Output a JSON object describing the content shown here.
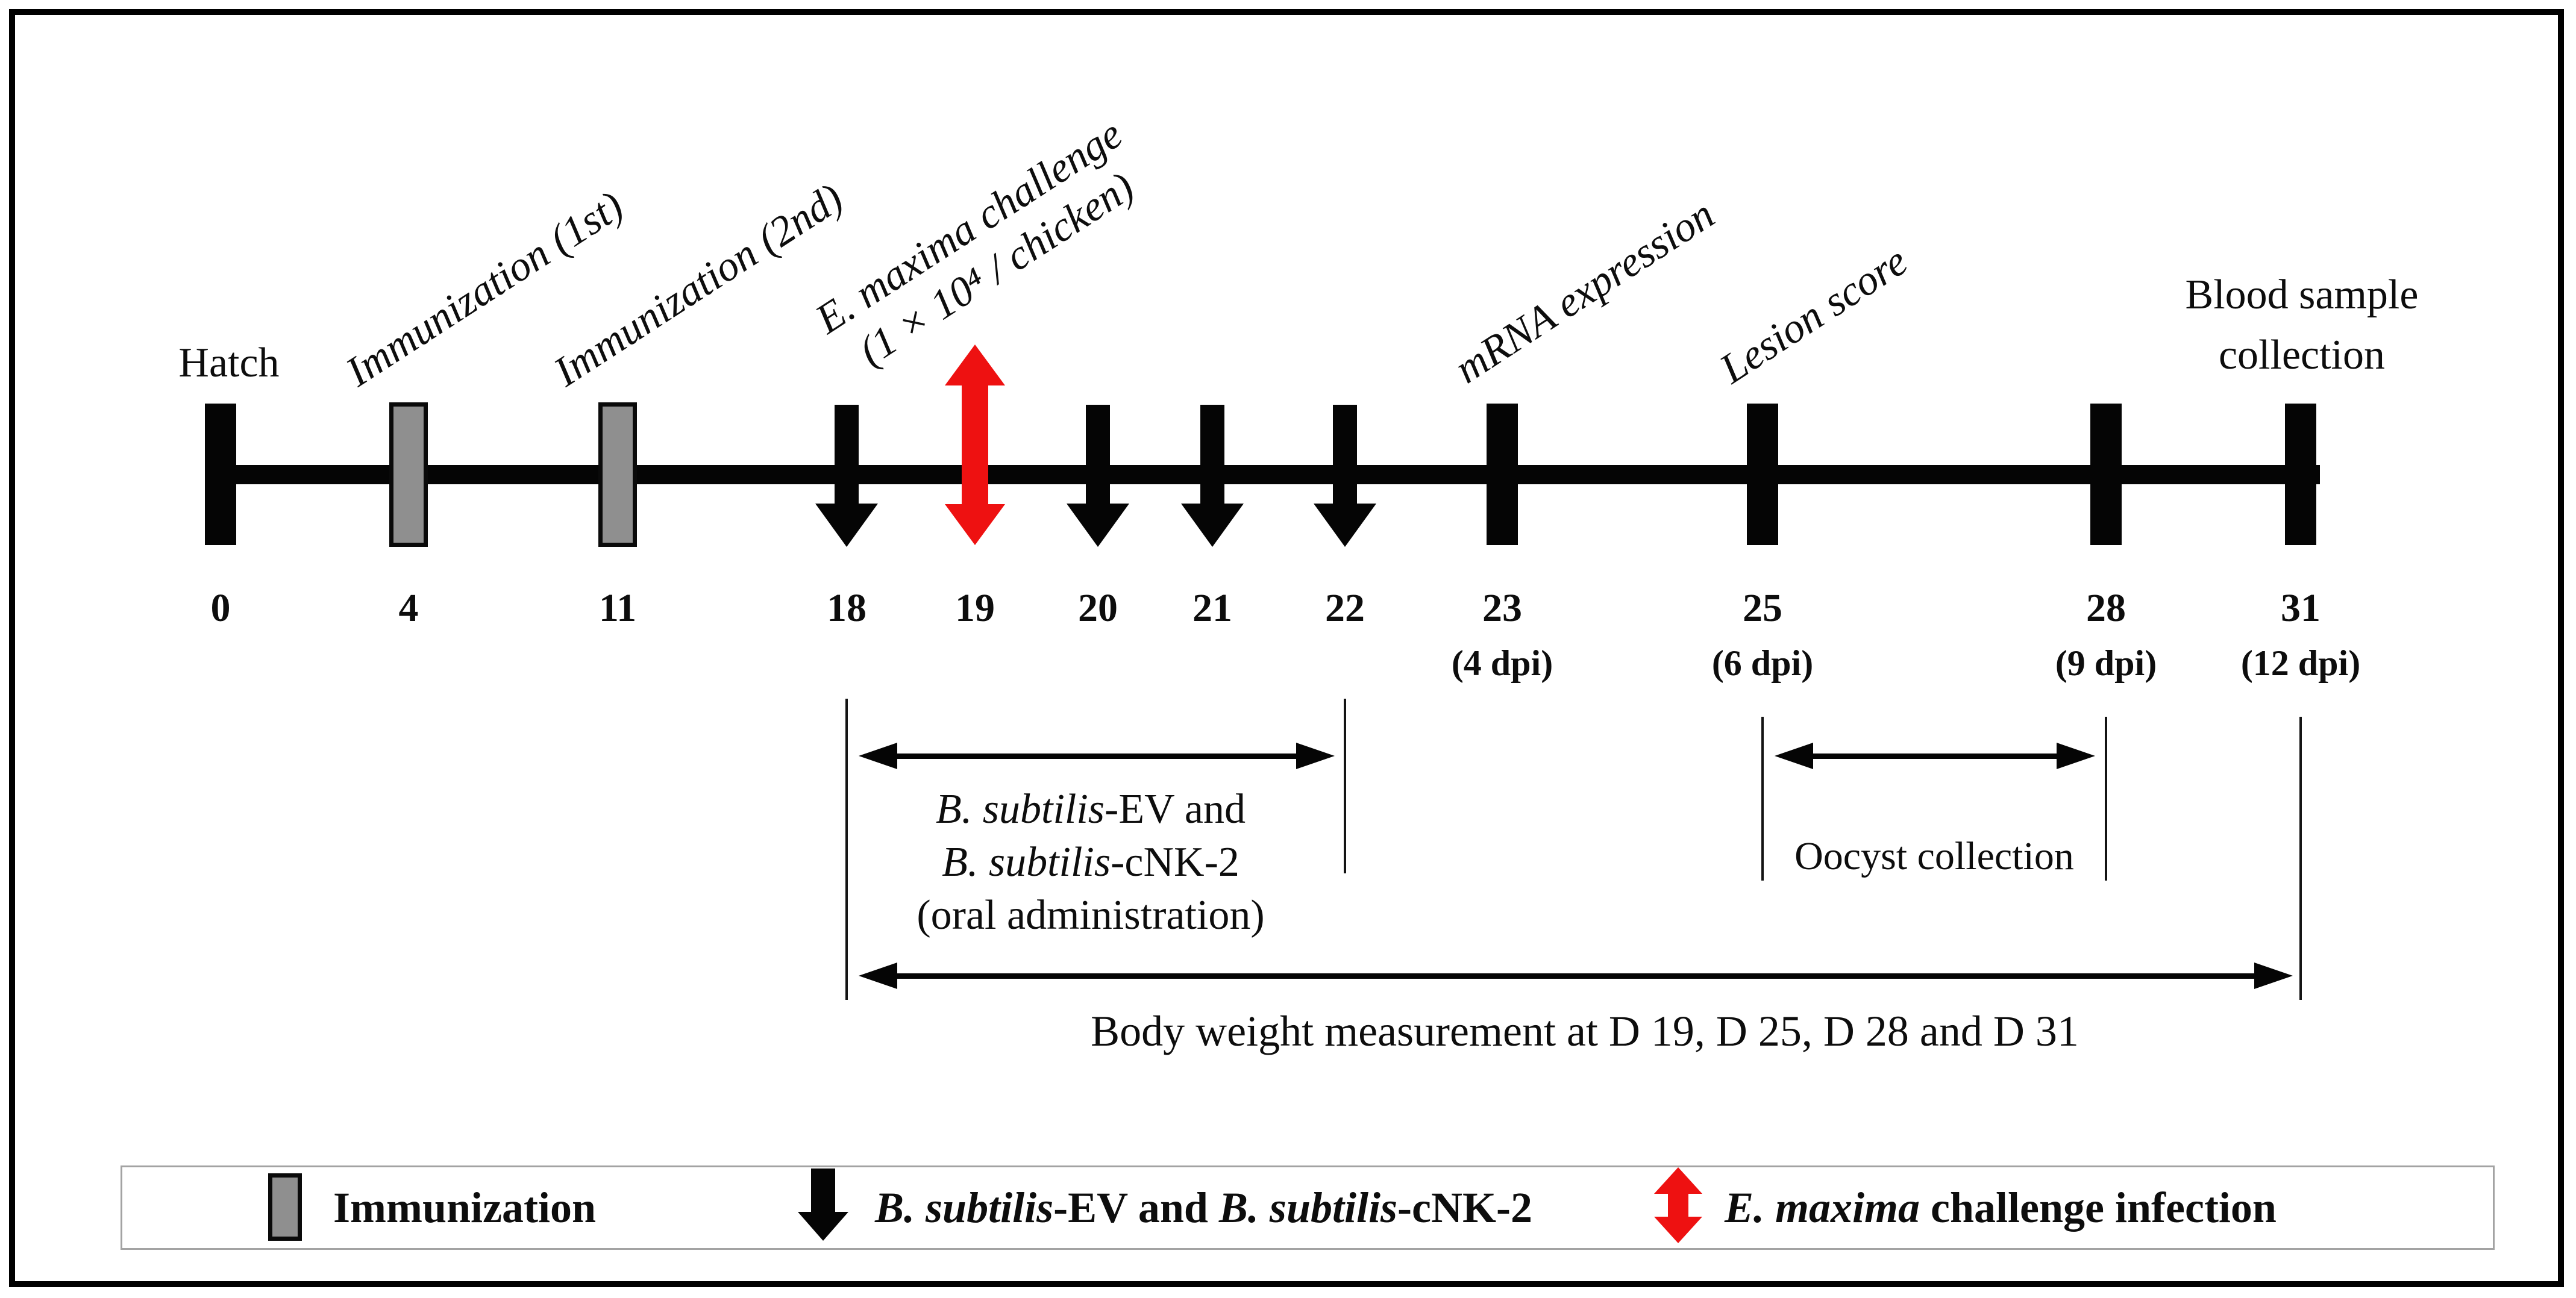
{
  "figure": {
    "colors": {
      "ink": "#0d0d0d",
      "challenge_red": "#ee1111",
      "immunization_gray": "#8f8f8f",
      "legend_border_gray": "#a3a3a3"
    }
  },
  "top_labels": {
    "hatch": "Hatch",
    "immunization_1st": "Immunization (1st)",
    "immunization_2nd": "Immunization (2nd)",
    "challenge_line1": "E. maxima challenge",
    "challenge_line2": "(1 × 10⁴ / chicken)",
    "mrna": "mRNA expression",
    "lesion": "Lesion score",
    "blood": "Blood sample collection"
  },
  "timeline": {
    "days": [
      {
        "label": "0"
      },
      {
        "label": "4"
      },
      {
        "label": "11"
      },
      {
        "label": "18"
      },
      {
        "label": "19"
      },
      {
        "label": "20"
      },
      {
        "label": "21"
      },
      {
        "label": "22"
      },
      {
        "label": "23",
        "dpi": "(4 dpi)"
      },
      {
        "label": "25",
        "dpi": "(6 dpi)"
      },
      {
        "label": "28",
        "dpi": "(9 dpi)"
      },
      {
        "label": "31",
        "dpi": "(12 dpi)"
      }
    ]
  },
  "annotations": {
    "oral_line1_italic": "B. subtilis",
    "oral_line1_rest": "-EV and",
    "oral_line2_italic": "B. subtilis",
    "oral_line2_rest": "-cNK-2",
    "oral_line3": "(oral administration)",
    "oocyst": "Oocyst collection",
    "body_weight": "Body weight measurement at D 19, D 25, D 28 and D 31"
  },
  "legend": {
    "immunization": "Immunization",
    "subtilis_italic_1": "B. subtilis",
    "subtilis_rest_1": "-EV and ",
    "subtilis_italic_2": "B. subtilis",
    "subtilis_rest_2": "-cNK-2",
    "maxima_italic": "E. maxima",
    "maxima_rest": " challenge infection"
  }
}
